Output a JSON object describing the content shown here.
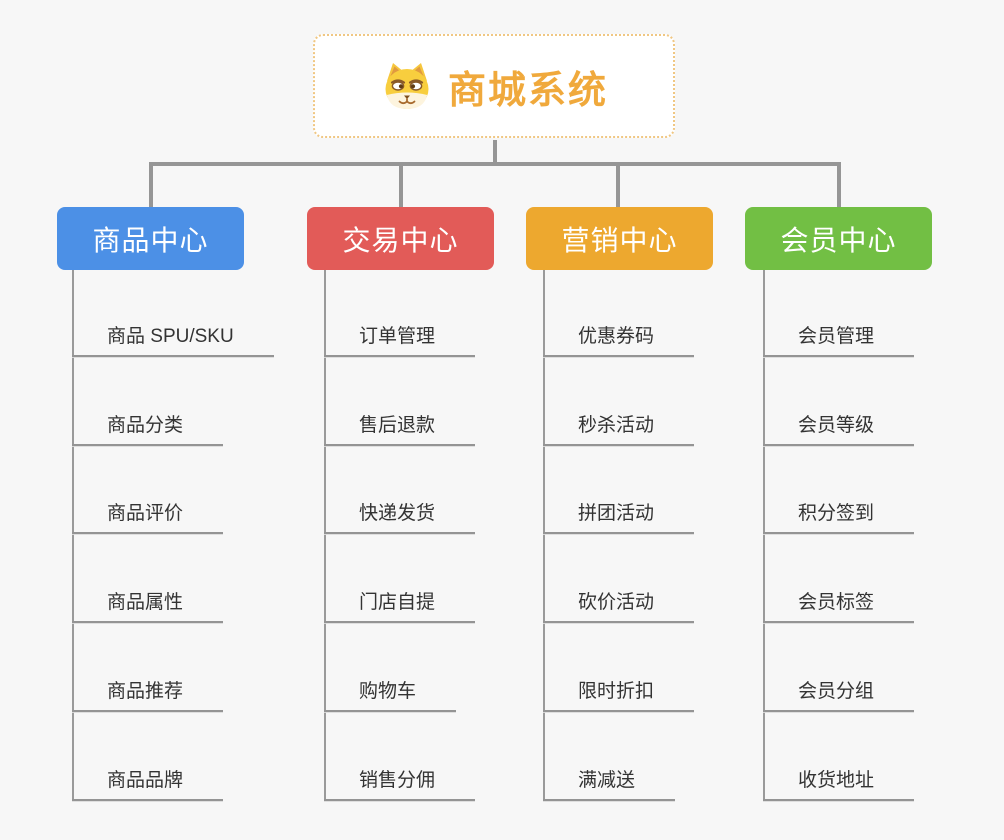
{
  "root": {
    "title": "商城系统",
    "icon": "dog-face"
  },
  "branches": [
    {
      "label": "商品中心",
      "color": "#4c90e6",
      "items": [
        "商品 SPU/SKU",
        "商品分类",
        "商品评价",
        "商品属性",
        "商品推荐",
        "商品品牌"
      ]
    },
    {
      "label": "交易中心",
      "color": "#e25b58",
      "items": [
        "订单管理",
        "售后退款",
        "快递发货",
        "门店自提",
        "购物车",
        "销售分佣"
      ]
    },
    {
      "label": "营销中心",
      "color": "#eda82f",
      "items": [
        "优惠券码",
        "秒杀活动",
        "拼团活动",
        "砍价活动",
        "限时折扣",
        "满减送"
      ]
    },
    {
      "label": "会员中心",
      "color": "#72bf44",
      "items": [
        "会员管理",
        "会员等级",
        "积分签到",
        "会员标签",
        "会员分组",
        "收货地址"
      ]
    }
  ],
  "colors": {
    "background": "#f7f7f7",
    "connector": "#969696",
    "leaf_line": "#949494",
    "leaf_text": "#333333",
    "root_border": "#f0c783",
    "root_text": "#f0a93c"
  }
}
